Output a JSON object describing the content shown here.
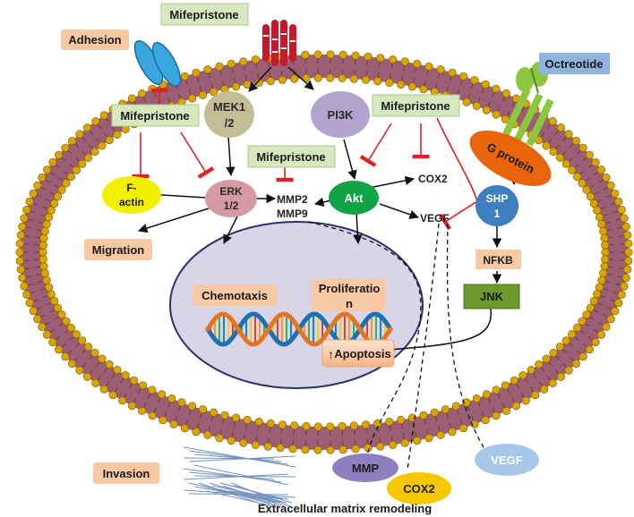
{
  "labels": {
    "mifepristone_top": "Mifepristone",
    "adhesion": "Adhesion",
    "octreotide": "Octreotide",
    "mife_left": "Mifepristone",
    "mek": [
      "MEK1",
      "/2"
    ],
    "pi3k": "PI3K",
    "mife_right": "Mifepristone",
    "mife_mid": "Mifepristone",
    "g_protein": [
      "G protein"
    ],
    "factin": [
      "F-",
      "actin"
    ],
    "erk": [
      "ERK",
      "1/2"
    ],
    "mmp2": "MMP2",
    "mmp9": "MMP9",
    "akt": "Akt",
    "cox2_in": "COX2",
    "vegf_in": "VEGF",
    "shp": [
      "SHP",
      "1"
    ],
    "migration": "Migration",
    "nfkb": "NFKB",
    "jnk": "JNK",
    "chemotaxis": "Chemotaxis",
    "proliferation": [
      "Proliferatio",
      "n"
    ],
    "apoptosis": "Apoptosis",
    "apoptosis_arrow": "↑",
    "invasion": "Invasion",
    "mmp_out": "MMP",
    "vegf_out": "VEGF",
    "cox2_out": "COX2",
    "ecm": "Extracellular matrix remodeling"
  },
  "colors": {
    "membrane": "#9b5e74",
    "head": "#d9a400",
    "green_box": "#d7e8c1",
    "orange_box": "#f9c9a4",
    "blue_box": "#8eb4e0",
    "mek": "#c5bd96",
    "pi3k": "#b2a3cf",
    "erk": "#d69ba2",
    "akt": "#11a347",
    "factin": "#f2ef00",
    "gprotein": "#e8650c",
    "shp": "#3f7fbf",
    "jnk": "#6f9a2d",
    "nucleus": "#d9d4e8",
    "receptor_red": "#c8162a",
    "adhesion_blue": "#3aa6e0",
    "receptor_green": "#8dc63f",
    "mmp_out": "#8f7fc0",
    "vegf_out": "#a6c7e8",
    "cox2_out": "#f7c800",
    "inhibit": "#e02020"
  }
}
